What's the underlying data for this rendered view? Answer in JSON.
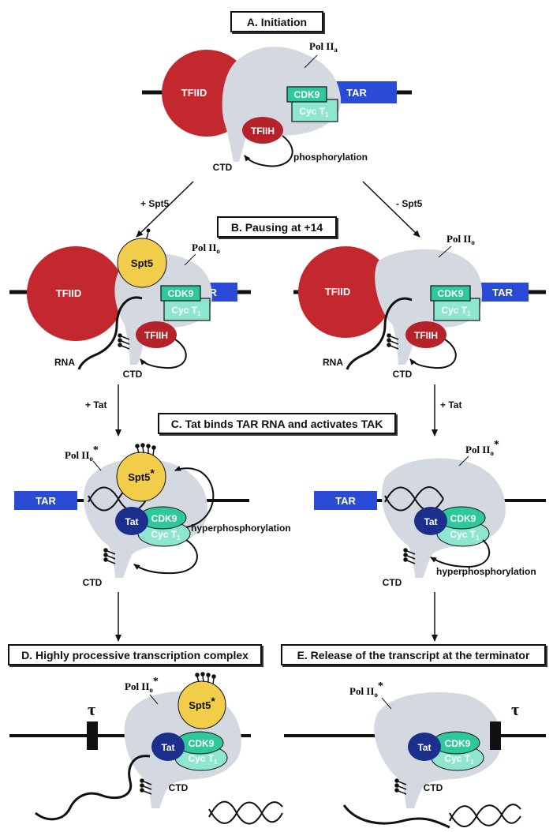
{
  "stages": {
    "a": "A. Initiation",
    "b": "B. Pausing at +14",
    "c": "C. Tat binds TAR RNA and activates TAK",
    "d": "D. Highly processive transcription complex",
    "e": "E. Release of the transcript at the terminator"
  },
  "labels": {
    "tfiid": "TFIID",
    "tfiih": "TFIIH",
    "tar": "TAR",
    "cdk9": "CDK9",
    "cyct1": "Cyc T",
    "cyct1_sub": "1",
    "spt5": "Spt5",
    "tat": "Tat",
    "ctd": "CTD",
    "rna": "RNA",
    "phosphorylation": "phosphorylation",
    "hyperphosphorylation": "hyperphosphorylation",
    "pol_a": "Pol II",
    "pol_a_sub": "a",
    "pol_o": "Pol II",
    "pol_o_sub": "o",
    "star": "*",
    "tau": "τ"
  },
  "arrows": {
    "plus_spt5": "+ Spt5",
    "minus_spt5": "- Spt5",
    "plus_tat": "+ Tat"
  },
  "colors": {
    "tfiid": "#c4282f",
    "tfiih": "#b5222a",
    "polymerase": "#d4d9e1",
    "tar": "#2a4bd6",
    "cdk9": "#2ec89a",
    "cyct1": "#8fe6cf",
    "spt5": "#f2cd4a",
    "tat": "#1c2f8c",
    "dna": "#111111"
  }
}
